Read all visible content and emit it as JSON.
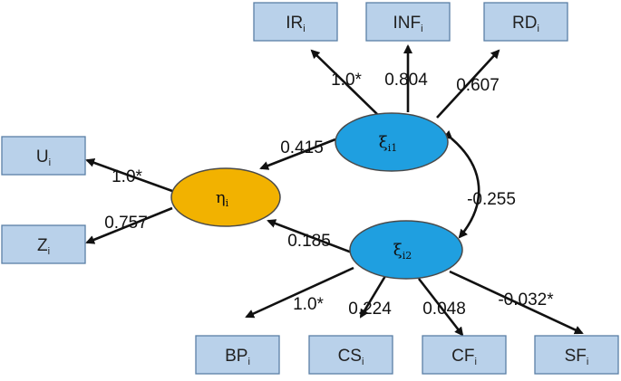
{
  "colors": {
    "box_fill": "#b9d1ea",
    "box_border": "#5b7fa6",
    "eta_fill": "#f2b200",
    "xi_fill": "#1f9fe0",
    "ellipse_border": "#4a4a4a"
  },
  "indicators": {
    "IR": {
      "main": "IR",
      "sub": "i"
    },
    "INF": {
      "main": "INF",
      "sub": "i"
    },
    "RD": {
      "main": "RD",
      "sub": "i"
    },
    "U": {
      "main": "U",
      "sub": "i"
    },
    "Z": {
      "main": "Z",
      "sub": "i"
    },
    "BP": {
      "main": "BP",
      "sub": "i"
    },
    "CS": {
      "main": "CS",
      "sub": "i"
    },
    "CF": {
      "main": "CF",
      "sub": "i"
    },
    "SF": {
      "main": "SF",
      "sub": "i"
    }
  },
  "latents": {
    "eta": {
      "main": "η",
      "sub": "i"
    },
    "xi1": {
      "main": "ξ",
      "sub": "i1"
    },
    "xi2": {
      "main": "ξ",
      "sub": "i2"
    }
  },
  "coefficients": {
    "xi1_IR": "1.0*",
    "xi1_INF": "0.804",
    "xi1_RD": "0.607",
    "xi1_eta": "0.415",
    "eta_U": "1.0*",
    "eta_Z": "0.757",
    "xi1_xi2": "-0.255",
    "xi2_eta": "0.185",
    "xi2_BP": "1.0*",
    "xi2_CS": "0.224",
    "xi2_CF": "0.048",
    "xi2_SF": "-0.032*"
  }
}
